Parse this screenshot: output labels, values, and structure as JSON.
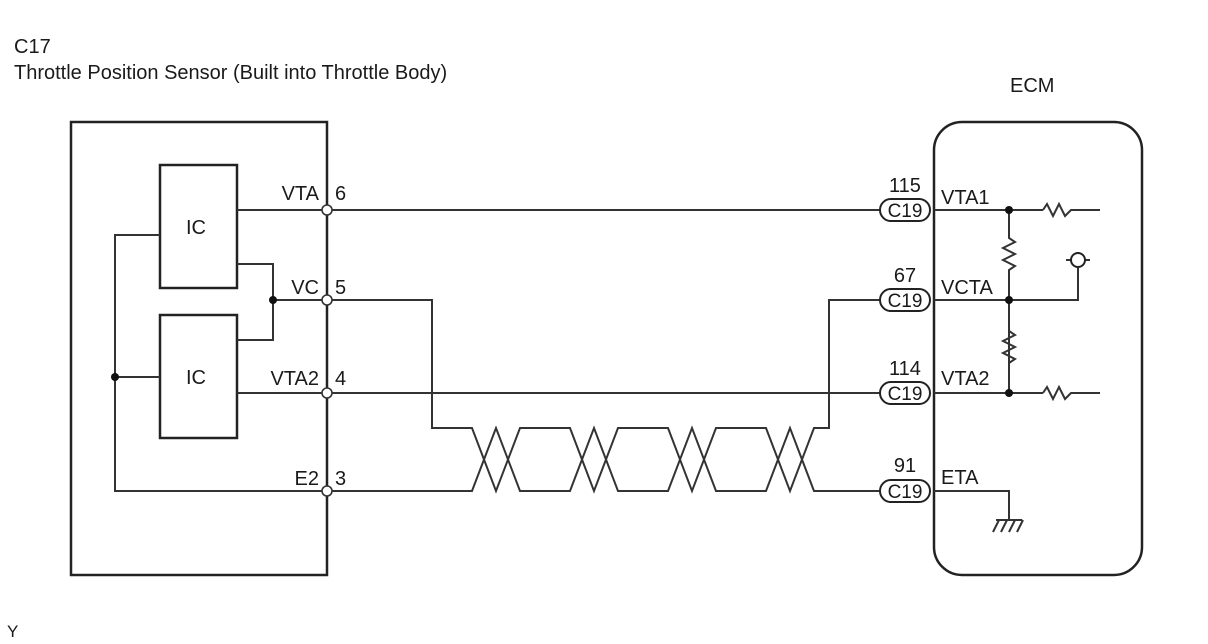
{
  "header": {
    "connector_code": "C17",
    "sensor_title": "Throttle Position Sensor (Built into Throttle Body)"
  },
  "ecm": {
    "title": "ECM"
  },
  "sensor": {
    "ic_top": "IC",
    "ic_bottom": "IC"
  },
  "sensor_pins": [
    {
      "name": "VTA",
      "number": "6"
    },
    {
      "name": "VC",
      "number": "5"
    },
    {
      "name": "VTA2",
      "number": "4"
    },
    {
      "name": "E2",
      "number": "3"
    }
  ],
  "ecm_pins": [
    {
      "number": "115",
      "connector": "C19",
      "name": "VTA1"
    },
    {
      "number": "67",
      "connector": "C19",
      "name": "VCTA"
    },
    {
      "number": "114",
      "connector": "C19",
      "name": "VTA2"
    },
    {
      "number": "91",
      "connector": "C19",
      "name": "ETA"
    }
  ],
  "footer": {
    "mark": "Y"
  }
}
